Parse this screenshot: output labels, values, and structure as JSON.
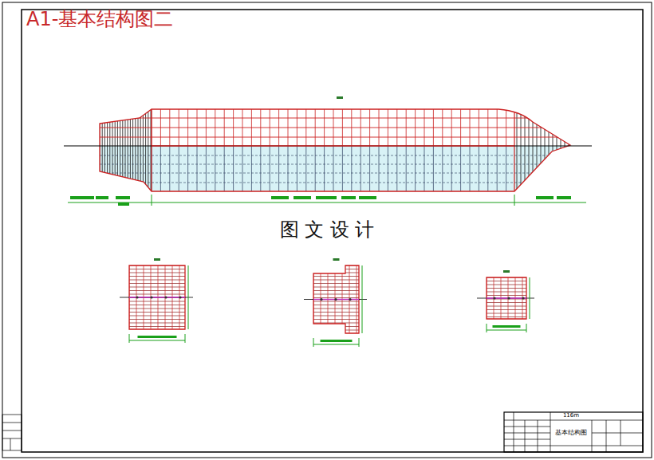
{
  "diagram": {
    "title": "A1-基本结构图二",
    "labels": [
      "图 文 设 计",
      "116m",
      "基本结构图"
    ]
  }
}
